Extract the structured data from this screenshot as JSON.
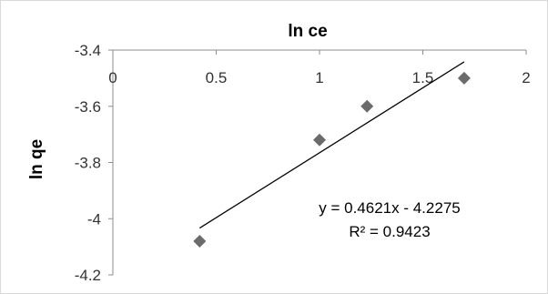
{
  "chart_data": {
    "type": "scatter",
    "title": "ln ce",
    "xlabel": "ln ce",
    "ylabel": "ln qe",
    "xlim": [
      0,
      2
    ],
    "ylim": [
      -4.2,
      -3.4
    ],
    "x_axis_position": "top",
    "x_ticks": [
      0,
      0.5,
      1,
      1.5,
      2
    ],
    "x_tick_labels": [
      "0",
      "0.5",
      "1",
      "1.5",
      "2"
    ],
    "y_ticks": [
      -3.4,
      -3.6,
      -3.8,
      -4,
      -4.2
    ],
    "y_tick_labels": [
      "-3.4",
      "-3.6",
      "-3.8",
      "-4",
      "-4.2"
    ],
    "grid": false,
    "legend": "none",
    "marker": "diamond",
    "marker_color": "#6b6b6b",
    "trendline_color": "#000000",
    "series": [
      {
        "x": [
          0.42,
          1.0,
          1.23,
          1.7
        ],
        "y": [
          -4.08,
          -3.72,
          -3.6,
          -3.5
        ]
      }
    ],
    "trendline": {
      "slope": 0.4621,
      "intercept": -4.2275,
      "x_range": [
        0.42,
        1.7
      ],
      "equation": "y = 0.4621x - 4.2275",
      "r_squared": "R² = 0.9423"
    }
  }
}
